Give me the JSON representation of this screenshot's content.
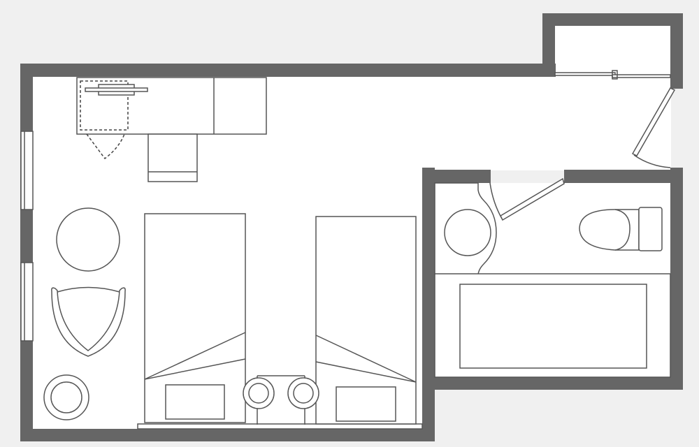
{
  "plan": {
    "colors": {
      "background": "#f0f0f0",
      "wall": "#666666",
      "floor": "#ffffff",
      "line": "#555555"
    },
    "rooms": [
      "bedroom",
      "closet",
      "bathroom"
    ],
    "furniture": [
      "desk",
      "desk-chair",
      "round-table",
      "armchair",
      "stool",
      "bed",
      "bed",
      "nightstand",
      "lamp",
      "lamp",
      "washbasin",
      "toilet",
      "bathtub"
    ]
  }
}
